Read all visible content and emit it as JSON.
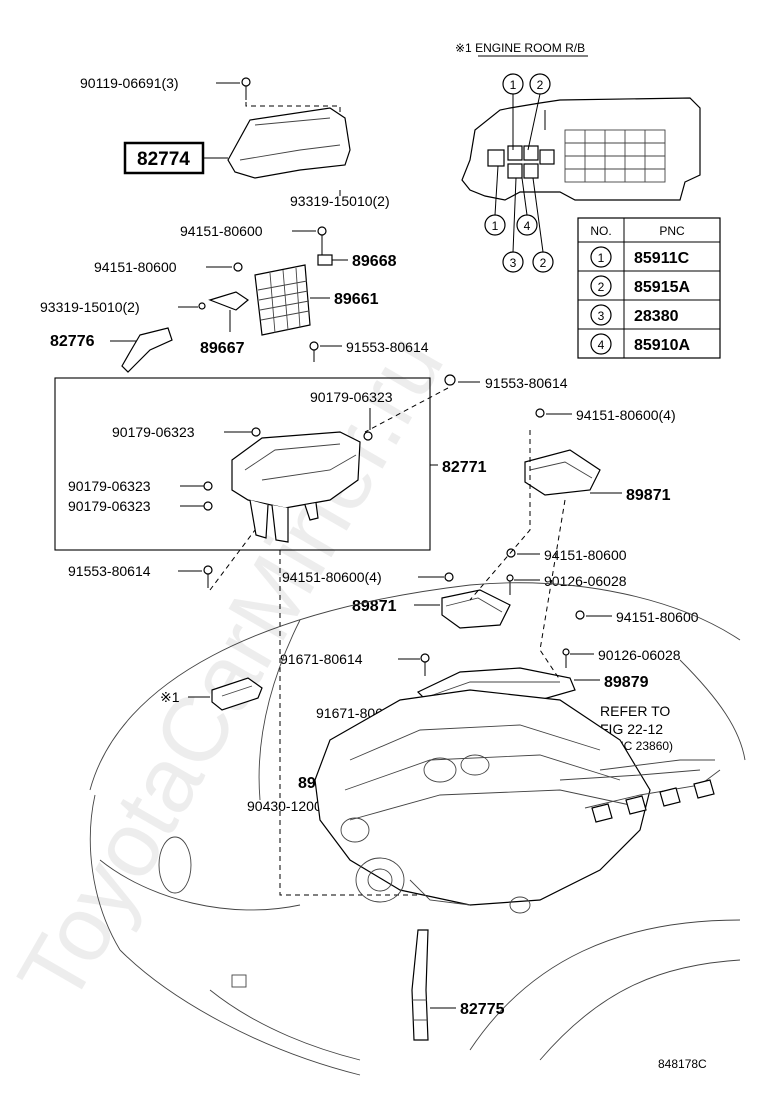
{
  "watermark": "ToyotaCarMiner.ru",
  "figure_code": "848178C",
  "header_note": "※1 ENGINE ROOM R/B",
  "callout_marker": "※1",
  "parts": {
    "p_90119": "90119-06691(3)",
    "p_82774": "82774",
    "p_93319_a": "93319-15010(2)",
    "p_94151_a": "94151-80600",
    "p_89668": "89668",
    "p_94151_b": "94151-80600",
    "p_89661": "89661",
    "p_93319_b": "93319-15010(2)",
    "p_82776": "82776",
    "p_89667": "89667",
    "p_91553_a": "91553-80614",
    "p_91553_b": "91553-80614",
    "p_90179_a": "90179-06323",
    "p_90179_b": "90179-06323",
    "p_90179_c": "90179-06323",
    "p_90179_d": "90179-06323",
    "p_82771": "82771",
    "p_94151_c": "94151-80600(4)",
    "p_89871_a": "89871",
    "p_91553_c": "91553-80614",
    "p_94151_d": "94151-80600",
    "p_94151_e": "94151-80600(4)",
    "p_90126_a": "90126-06028",
    "p_89871_b": "89871",
    "p_94151_f": "94151-80600",
    "p_91671_a": "91671-80614",
    "p_90126_b": "90126-06028",
    "p_89879": "89879",
    "p_91671_b": "91671-80614",
    "p_89422": "89422",
    "p_90430": "90430-12005",
    "p_82775": "82775"
  },
  "refer": {
    "line1": "REFER TO",
    "line2": "FIG 22-12",
    "line3": "(PNC 23860)"
  },
  "rb_callouts": [
    "1",
    "2",
    "1",
    "4",
    "3",
    "2"
  ],
  "table": {
    "headers": [
      "NO.",
      "PNC"
    ],
    "rows": [
      {
        "no": "1",
        "pnc": "85911C"
      },
      {
        "no": "2",
        "pnc": "85915A"
      },
      {
        "no": "3",
        "pnc": "28380"
      },
      {
        "no": "4",
        "pnc": "85910A"
      }
    ]
  }
}
